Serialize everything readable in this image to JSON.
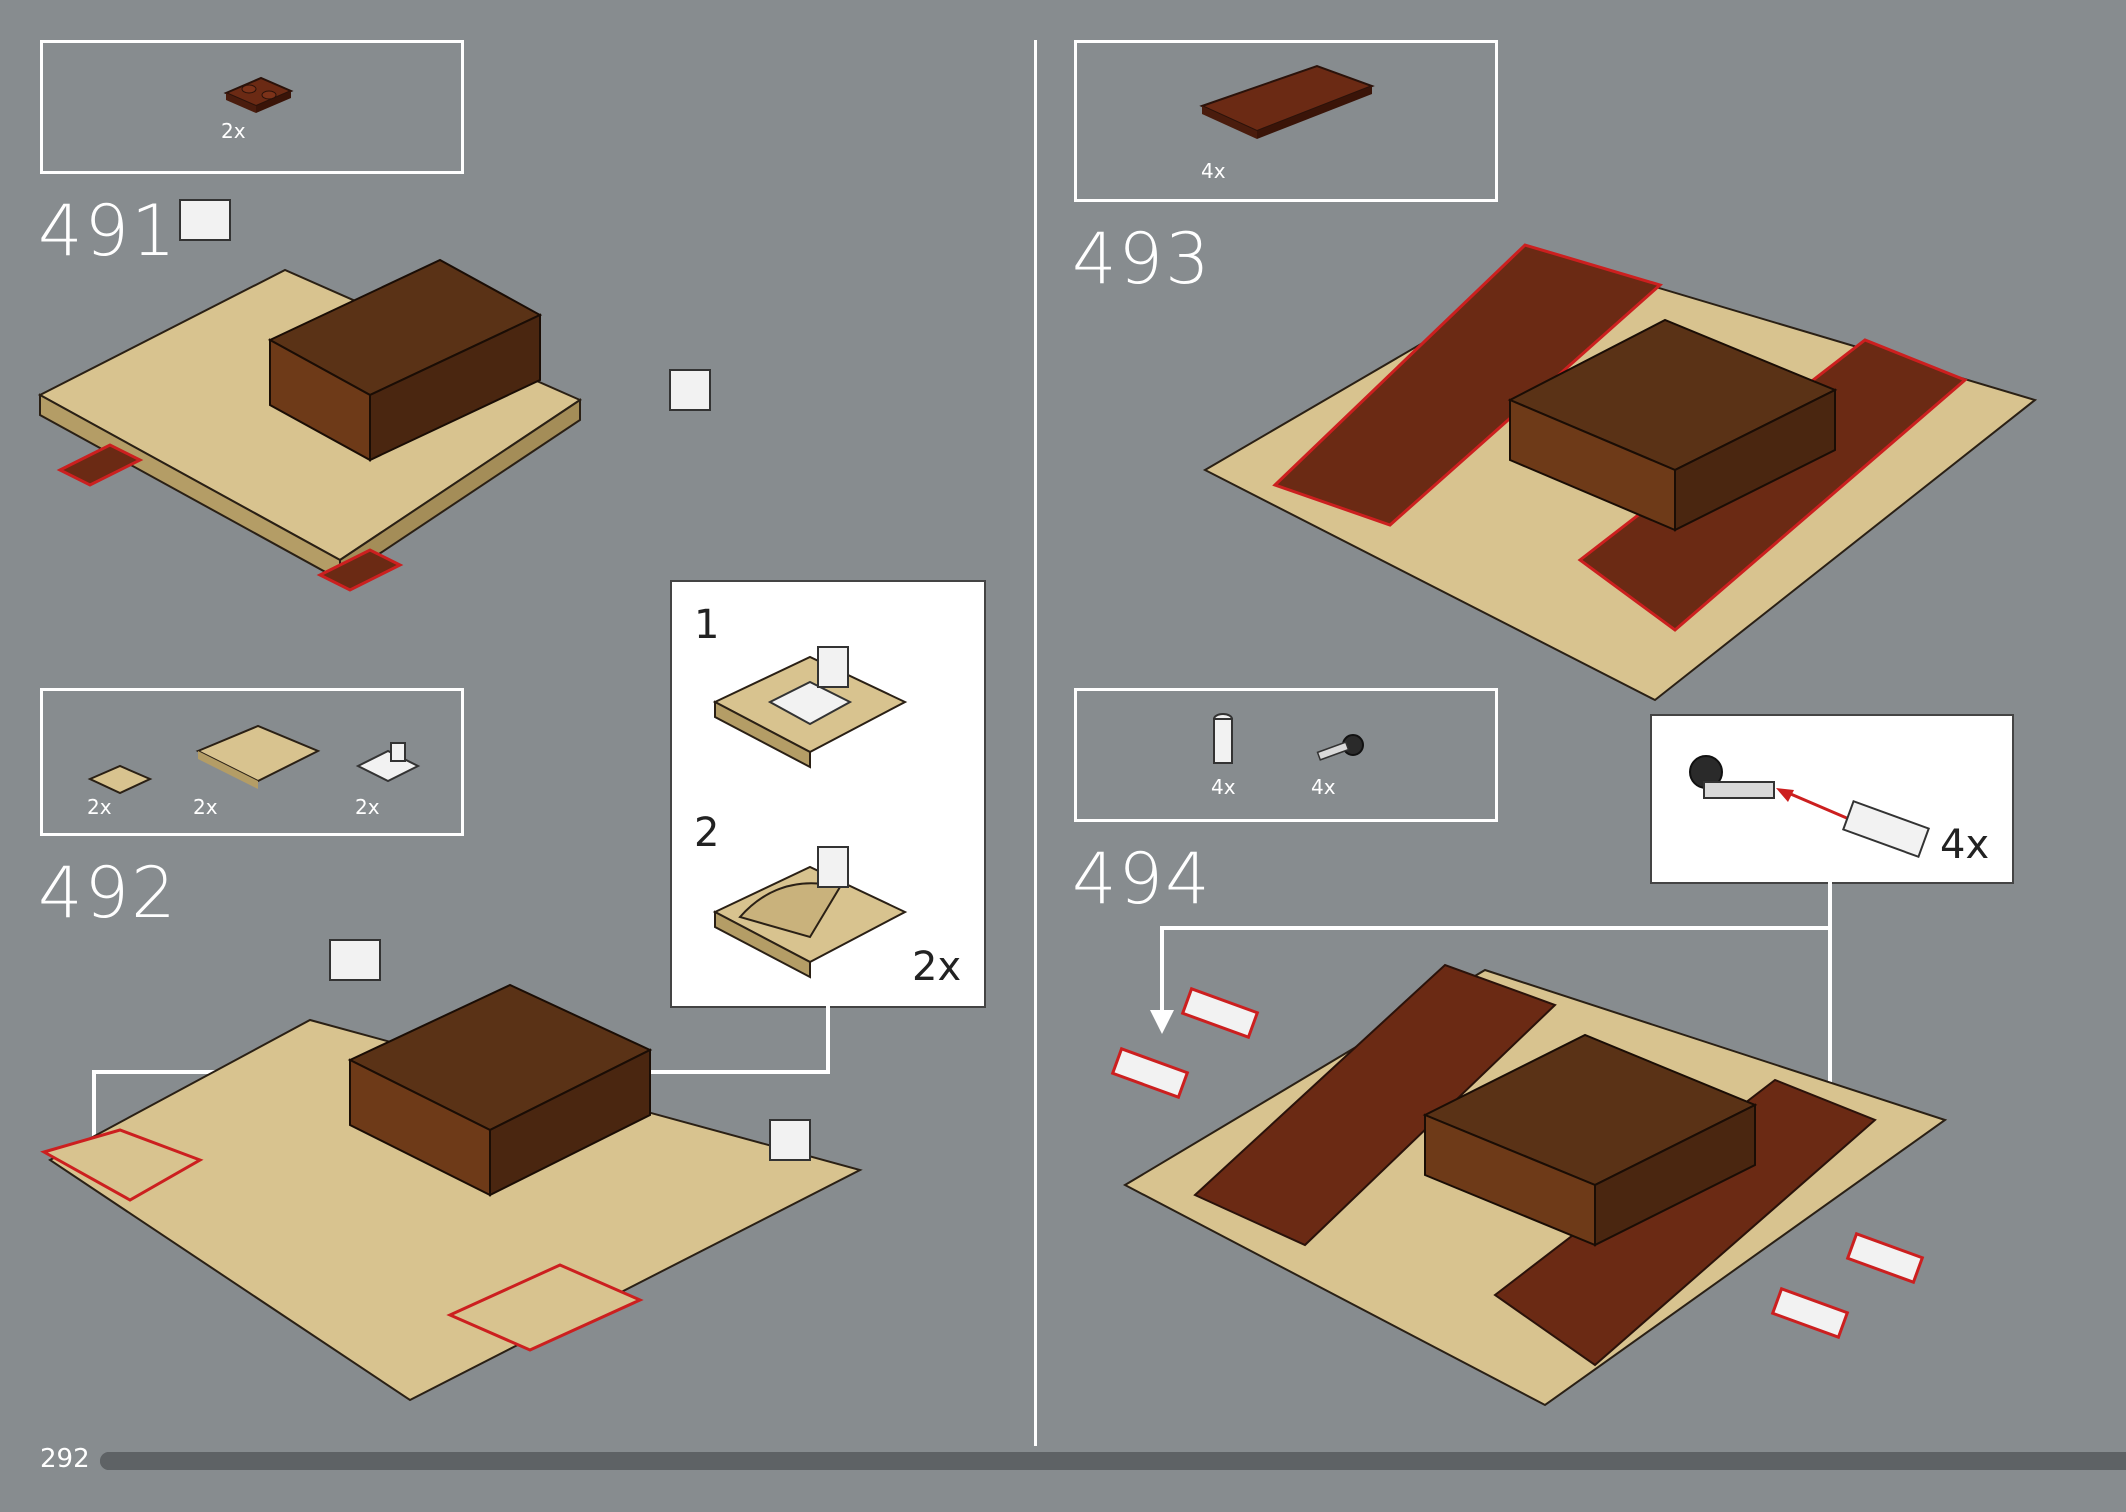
{
  "page_number": "292",
  "progress": 1.0,
  "steps": [
    {
      "number": "491",
      "parts": [
        {
          "qty": "2x",
          "icon": "brown-plate-1x2"
        }
      ]
    },
    {
      "number": "492",
      "parts": [
        {
          "qty": "2x",
          "icon": "tan-curved-slope"
        },
        {
          "qty": "2x",
          "icon": "tan-plate-3x3"
        },
        {
          "qty": "2x",
          "icon": "white-clip-plate"
        }
      ],
      "subassembly": {
        "step1": "1",
        "step2": "2",
        "multiplier": "2x"
      }
    },
    {
      "number": "493",
      "parts": [
        {
          "qty": "4x",
          "icon": "brown-plate-2x6"
        }
      ]
    },
    {
      "number": "494",
      "parts": [
        {
          "qty": "4x",
          "icon": "white-bar-holder"
        },
        {
          "qty": "4x",
          "icon": "black-ball-joint"
        }
      ],
      "callout": {
        "multiplier": "4x"
      }
    }
  ],
  "colors": {
    "background": "#878c8f",
    "tan": "#d8c38f",
    "brown": "#6b2a14",
    "dark_brown": "#3f2312",
    "highlight": "#cc1f1f"
  }
}
